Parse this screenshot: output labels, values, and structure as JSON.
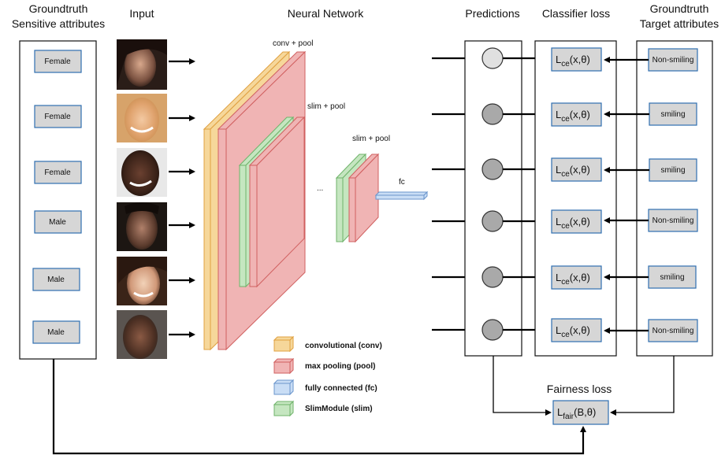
{
  "headers": {
    "groundtruth_sensitive": [
      "Groundtruth",
      "Sensitive attributes"
    ],
    "input": "Input",
    "neural_network": "Neural Network",
    "predictions": "Predictions",
    "classifier_loss": "Classifier loss",
    "groundtruth_target": [
      "Groundtruth",
      "Target attributes"
    ],
    "fairness_loss": "Fairness loss"
  },
  "sensitive_attributes": [
    "Female",
    "Female",
    "Female",
    "Male",
    "Male",
    "Male"
  ],
  "target_attributes": [
    "Non-smiling",
    "smiling",
    "smiling",
    "Non-smiling",
    "smiling",
    "Non-smiling"
  ],
  "network_labels": {
    "block1": "conv + pool",
    "block2": "slim + pool",
    "block3": "slim + pool",
    "ellipsis": "...",
    "fc": "fc"
  },
  "classifier_loss": {
    "base": "L",
    "sub": "ce",
    "args": "(x,θ)"
  },
  "fairness_loss_fn": {
    "base": "L",
    "sub": "fair",
    "args": "(B,θ)"
  },
  "legend": [
    {
      "label": "convolutional (conv)",
      "color": "#f6d79a",
      "stroke": "#e0a040"
    },
    {
      "label": "max pooling (pool)",
      "color": "#f0b4b4",
      "stroke": "#d06060"
    },
    {
      "label": "fully connected (fc)",
      "color": "#c9ddf5",
      "stroke": "#6a95cc"
    },
    {
      "label": "SlimModule (slim)",
      "color": "#c5e6c0",
      "stroke": "#6fb36a"
    }
  ],
  "prediction_fills": [
    "#e0e0e0",
    "#a9a9a9",
    "#a9a9a9",
    "#a9a9a9",
    "#a9a9a9",
    "#a9a9a9"
  ]
}
